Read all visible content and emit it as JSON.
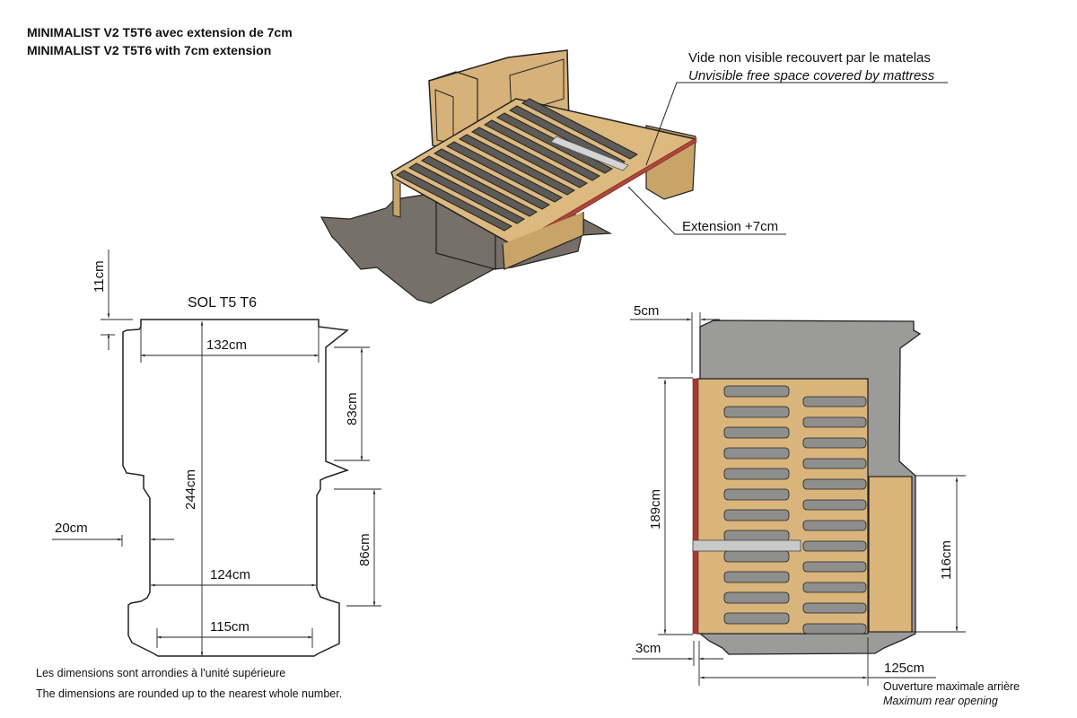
{
  "header": {
    "title_fr": "MINIMALIST V2 T5T6  avec extension de  7cm",
    "title_en": "MINIMALIST V2 T5T6 with 7cm extension"
  },
  "iso_view": {
    "callout_void_fr": "Vide non visible recouvert par le matelas",
    "callout_void_en": "Unvisible free space covered by mattress",
    "callout_extension": "Extension +7cm"
  },
  "floor_plan": {
    "title": "SOL T5 T6",
    "dimensions": {
      "top_offset": "11cm",
      "front_width": "132cm",
      "length": "244cm",
      "side_door": "83cm",
      "wheel_arch_offset": "20cm",
      "width_between_arches": "124cm",
      "wheel_arch_length": "86cm",
      "rear_width": "115cm"
    }
  },
  "top_view": {
    "dimensions": {
      "front_gap": "5cm",
      "bed_length": "189cm",
      "rear_gap": "3cm",
      "rear_opening": "125cm",
      "cabinet_length": "116cm"
    },
    "rear_opening_fr": "Ouverture maximale arrière",
    "rear_opening_en": "Maximum rear opening"
  },
  "footnote": {
    "fr": "Les dimensions sont arrondies à l'unité supérieure",
    "en": "The dimensions are rounded up to the nearest whole number."
  },
  "colors": {
    "wood": "#d9b47a",
    "wood_dark": "#b8935a",
    "floor": "#7a736a",
    "floor_top": "#9a9a98",
    "extension_red": "#a83a32",
    "support_grey": "#c9c9c9",
    "line": "#222222"
  }
}
